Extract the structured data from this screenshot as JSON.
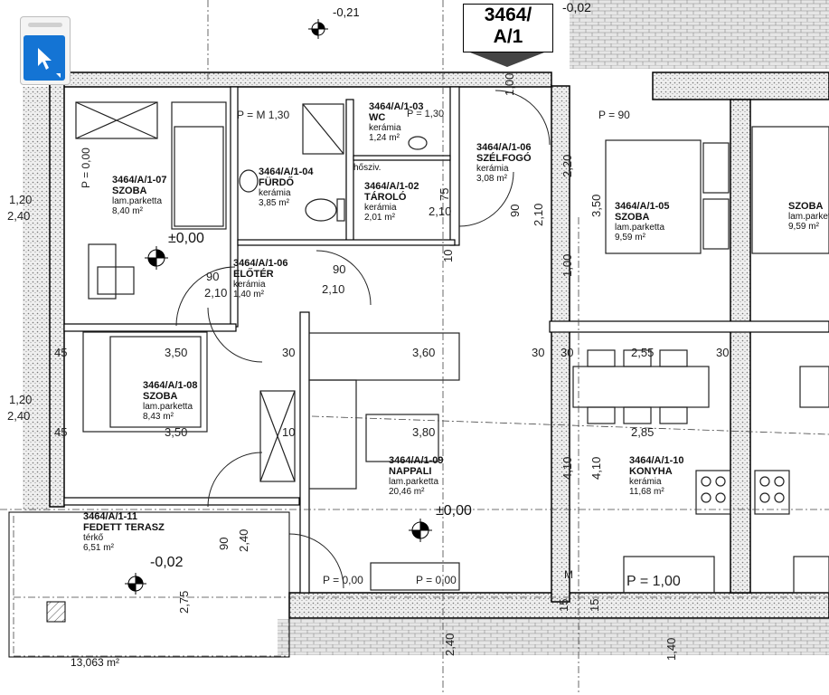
{
  "toolbar": {
    "tool_icon": "pointer-arrow-icon",
    "tool_color": "#1474d4"
  },
  "unit_tag": {
    "line1": "3464/",
    "line2": "A/1"
  },
  "rooms": [
    {
      "code": "3464/A/1-07",
      "name": "SZOBA",
      "floor": "lam.parketta",
      "area": "8,40 m²"
    },
    {
      "code": "3464/A/1-04",
      "name": "FÜRDŐ",
      "floor": "kerámia",
      "area": "3,85 m²"
    },
    {
      "code": "3464/A/1-03",
      "name": "WC",
      "floor": "kerámia",
      "area": "1,24 m²"
    },
    {
      "code": "3464/A/1-02",
      "name": "TÁROLÓ",
      "floor": "kerámia",
      "area": "2,01 m²"
    },
    {
      "code": "3464/A/1-06",
      "name": "SZÉLFOGÓ",
      "floor": "kerámia",
      "area": "3,08 m²"
    },
    {
      "code": "3464/A/1-05",
      "name": "SZOBA",
      "floor": "lam.parketta",
      "area": "9,59 m²"
    },
    {
      "code": "",
      "name": "SZOBA",
      "floor": "lam.parketta",
      "area": "9,59 m²"
    },
    {
      "code": "3464/A/1-06",
      "name": "ELŐTÉR",
      "floor": "kerámia",
      "area": "1,40 m²"
    },
    {
      "code": "3464/A/1-08",
      "name": "SZOBA",
      "floor": "lam.parketta",
      "area": "8,43 m²"
    },
    {
      "code": "3464/A/1-09",
      "name": "NAPPALI",
      "floor": "lam.parketta",
      "area": "20,46 m²"
    },
    {
      "code": "3464/A/1-10",
      "name": "KONYHA",
      "floor": "kerámia",
      "area": "11,68 m²"
    },
    {
      "code": "3464/A/1-11",
      "name": "FEDETT TERASZ",
      "floor": "térkő",
      "area": "6,51 m²"
    }
  ],
  "elevations": [
    "±0,00",
    "±0,00",
    "-0,02",
    "-0,02",
    "-0,21"
  ],
  "labels": {
    "hoszivattyu": "hősziv.",
    "terrace_total": "13,063 m²",
    "p_090": "P = 90",
    "p_000_a": "P = 0,00",
    "p_000_b": "P = 0,00",
    "p_000_c": "P = 0,00",
    "p_100": "P = 1,00",
    "p_m_130": "P = M 1,30",
    "p_bath": "P = 1,30",
    "m_label": "M"
  },
  "dims": [
    "3,50",
    "3,50",
    "3,60",
    "3,80",
    "2,55",
    "2,85",
    "30",
    "30",
    "30",
    "30",
    "45",
    "45",
    "90",
    "90",
    "90",
    "90",
    "2,10",
    "2,10",
    "2,10",
    "2,10",
    "1,20",
    "2,40",
    "1,20",
    "2,40",
    "2,20",
    "3,50",
    "1,00",
    "1,00",
    "4,10",
    "4,10",
    "2,40",
    "2,40",
    "2,75",
    "1,40",
    "10",
    "10",
    "75",
    "15",
    "15"
  ]
}
